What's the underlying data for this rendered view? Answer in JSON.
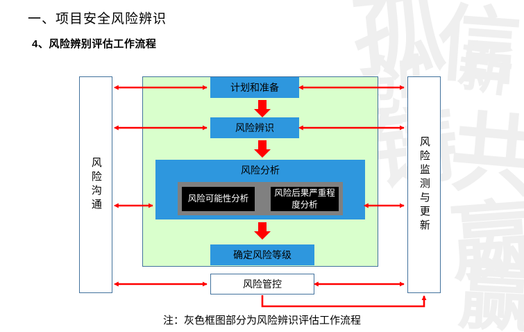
{
  "slide": {
    "heading_main": "一、项目安全风险辨识",
    "heading_sub": "4、风险辨别评估工作流程",
    "caption": "注：灰色框图部分为风险辨识评估工作流程"
  },
  "watermark": {
    "chars": [
      "孤",
      "信",
      "创",
      "新",
      "铸",
      "共",
      "嬴",
      "赢"
    ]
  },
  "diagram": {
    "side_panels": {
      "left": {
        "label": "风险沟通"
      },
      "right": {
        "label": "风险监测与更新"
      }
    },
    "process_boxes": {
      "plan": "计划和准备",
      "identify": "风险辨识",
      "analysis": "风险分析",
      "analysis_sub_left": "风险可能性分析",
      "analysis_sub_right": "风险后果严重程度分析",
      "level": "确定风险等级",
      "control": "风险管控"
    }
  },
  "colors": {
    "box_blue": "#2E97DE",
    "zone_green": "#D9FFCC",
    "border_blue": "#41719C",
    "arrow_red": "#FF0000",
    "inner_gray": "#808080",
    "sub_black": "#000000"
  }
}
